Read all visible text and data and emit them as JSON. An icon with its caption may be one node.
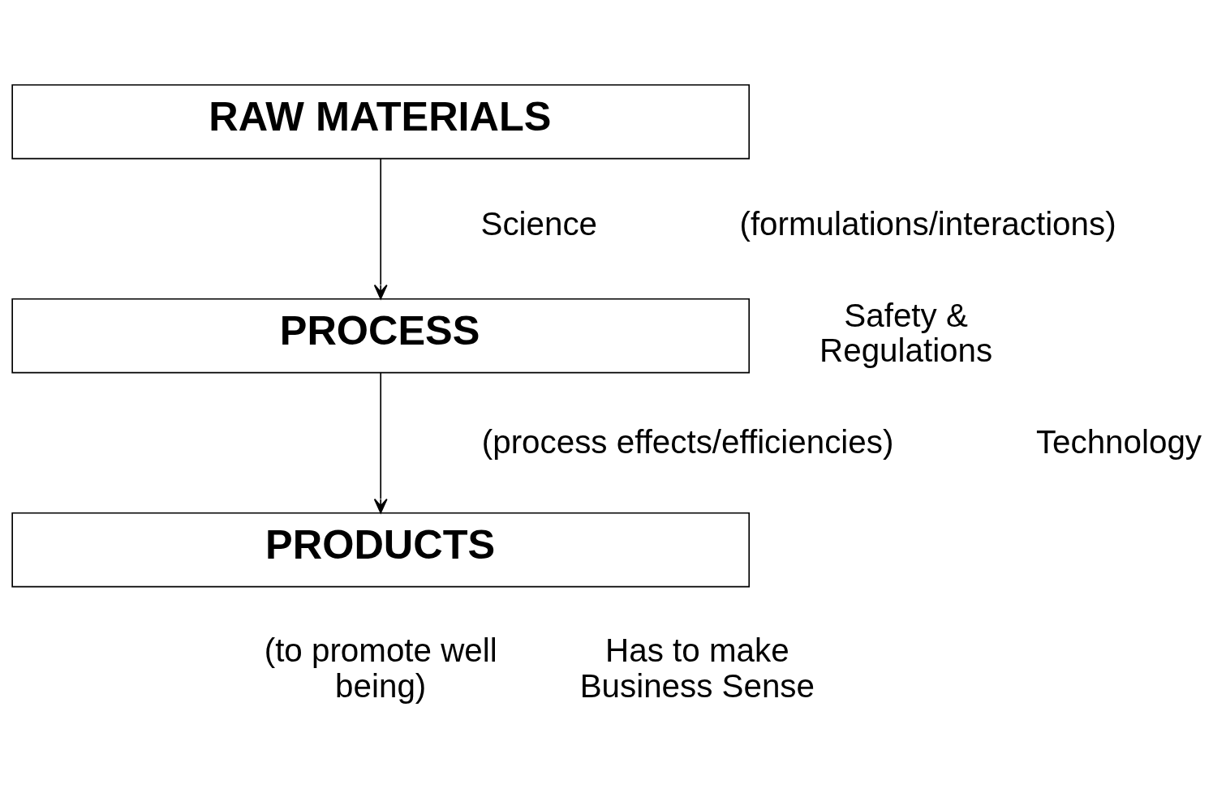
{
  "diagram": {
    "nodes": [
      {
        "text": [
          "RAW MATERIALS"
        ]
      },
      {
        "text": [
          "PROCESS"
        ]
      },
      {
        "text": [
          "PRODUCTS"
        ],
        "beside": [
          "(to promote well being)"
        ]
      }
    ],
    "edges": [
      {
        "from": 0,
        "to": 1,
        "arrow": "to"
      },
      {
        "from": 1,
        "to": 2,
        "arrow": "to"
      }
    ],
    "labels": [
      "Science",
      "(formulations/interactions)",
      "Safety & Regulations",
      "(process effects/efficiencies)",
      "Technology",
      "Has to make Business Sense"
    ]
  }
}
